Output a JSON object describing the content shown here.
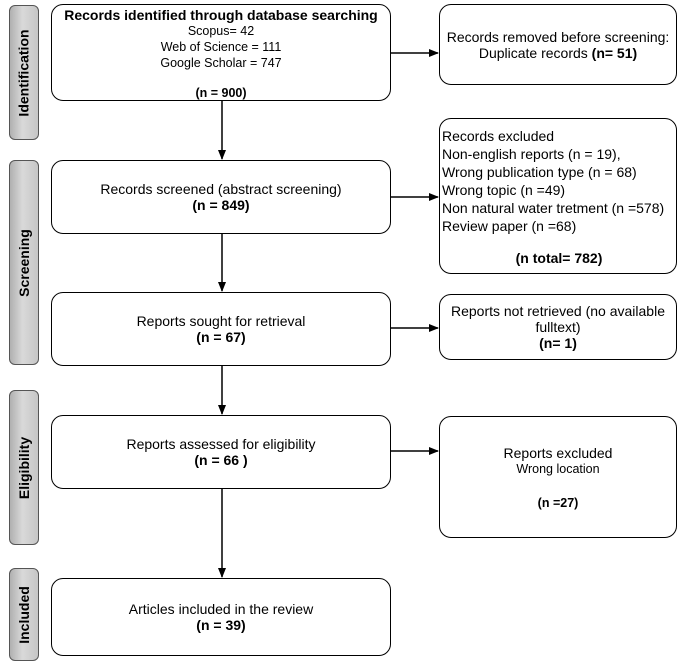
{
  "stages": {
    "identification": "Identification",
    "screening": "Screening",
    "eligibility": "Eligibility",
    "included": "Included"
  },
  "identified": {
    "title": "Records identified through database searching",
    "scopus": "Scopus= 42",
    "wos": "Web of Science = 111",
    "gs": "Google Scholar = 747",
    "n": "(n = 900)"
  },
  "removed": {
    "line1": "Records removed before screening:",
    "line2_prefix": "Duplicate records ",
    "line2_n": "(n= 51)"
  },
  "screened": {
    "label": "Records screened (abstract screening)",
    "n": "(n = 849)"
  },
  "excluded": {
    "title": "Records excluded",
    "items": [
      "Non-english reports (n = 19),",
      "Wrong publication type (n = 68)",
      "Wrong topic (n =49)",
      "Non natural water tretment (n =578)",
      "Review paper (n =68)"
    ],
    "total": "(n total= 782)"
  },
  "sought": {
    "label": "Reports sought for retrieval",
    "n": "(n = 67)"
  },
  "not_retrieved": {
    "line1": "Reports not retrieved (no available",
    "line2": "fulltext)",
    "n": "(n= 1)"
  },
  "assessed": {
    "label": "Reports assessed for eligibility",
    "n": "(n = 66 )"
  },
  "reports_excluded": {
    "title": "Reports excluded",
    "reason": "Wrong location",
    "n": "(n =27)"
  },
  "included": {
    "label": "Articles included in the review",
    "n": "(n = 39)"
  }
}
